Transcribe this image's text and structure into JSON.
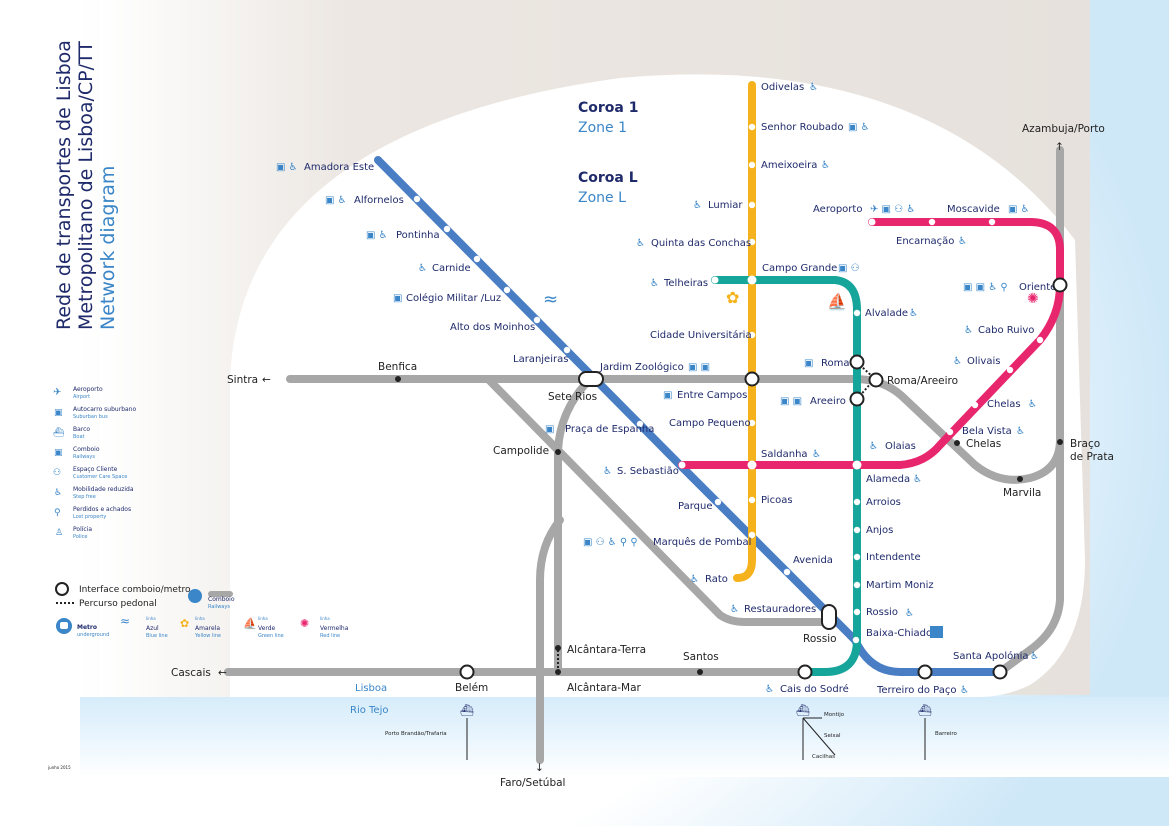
{
  "title": {
    "line1": "Rede de transportes de Lisboa",
    "line2": "Metropolitano de Lisboa/CP/TT",
    "line3": "Network diagram"
  },
  "zones": {
    "coroa1": "Coroa 1",
    "zone1": "Zone 1",
    "coroaL": "Coroa L",
    "zoneL": "Zone L"
  },
  "river": {
    "lisboa": "Lisboa",
    "tejo": "Rio Tejo"
  },
  "destinations": {
    "sintra": "Sintra",
    "cascais": "Cascais",
    "azambuja": "Azambuja/Porto",
    "faro": "Faro/Setúbal"
  },
  "ferries": {
    "montijo": "Montijo",
    "seixal": "Seixal",
    "cacilhas": "Cacilhas",
    "barreiro": "Barreiro",
    "porto_brandao": "Porto Brandão/Trafaria"
  },
  "date": "junho 2015",
  "legend": {
    "services": [
      {
        "icon": "airplane-icon",
        "pt": "Aeroporto",
        "en": "Airport"
      },
      {
        "icon": "bus-icon",
        "pt": "Autocarro suburbano",
        "en": "Suburban bus"
      },
      {
        "icon": "boat-icon",
        "pt": "Barco",
        "en": "Boat"
      },
      {
        "icon": "train-icon",
        "pt": "Comboio",
        "en": "Railways"
      },
      {
        "icon": "customer-space-icon",
        "pt": "Espaço Cliente",
        "en": "Customer Care Space"
      },
      {
        "icon": "wheelchair-icon",
        "pt": "Mobilidade reduzida",
        "en": "Step free"
      },
      {
        "icon": "lost-property-icon",
        "pt": "Perdidos e achados",
        "en": "Lost property"
      },
      {
        "icon": "police-icon",
        "pt": "Polícia",
        "en": "Police"
      }
    ],
    "interface": "Interface comboio/metro",
    "walk": "Percurso pedonal",
    "comboio": "Comboio",
    "railways": "Railways",
    "metro": "Metro",
    "underground": "underground",
    "lines": [
      {
        "linha": "linha",
        "pt": "Azul",
        "en": "Blue line"
      },
      {
        "linha": "linha",
        "pt": "Amarela",
        "en": "Yellow line"
      },
      {
        "linha": "linha",
        "pt": "Verde",
        "en": "Green line"
      },
      {
        "linha": "linha",
        "pt": "Vermelha",
        "en": "Red line"
      }
    ]
  },
  "colors": {
    "blue": "#4a7ec4",
    "yellow": "#f5b21c",
    "green": "#16a59a",
    "red": "#e8266d",
    "rail": "#a7a7a7",
    "navy": "#1f2a6b",
    "light": "#3a86c8"
  },
  "stations": {
    "amadora_este": "Amadora Este",
    "alfornelos": "Alfornelos",
    "pontinha": "Pontinha",
    "carnide": "Carnide",
    "colegio_militar": "Colégio Militar /Luz",
    "alto_moinhos": "Alto dos Moinhos",
    "laranjeiras": "Laranjeiras",
    "jardim_zoologico": "Jardim Zoológico",
    "sete_rios": "Sete Rios",
    "praca_espanha": "Praça de Espanha",
    "s_sebastiao": "S. Sebastião",
    "parque": "Parque",
    "marques_pombal": "Marquês de Pombal",
    "avenida": "Avenida",
    "restauradores": "Restauradores",
    "rossio_cp": "Rossio",
    "baixa_chiado": "Baixa-Chiado",
    "terreiro_paco": "Terreiro do Paço",
    "santa_apolonia": "Santa Apolónia",
    "odivelas": "Odivelas",
    "senhor_roubado": "Senhor Roubado",
    "ameixoeira": "Ameixoeira",
    "lumiar": "Lumiar",
    "quinta_conchas": "Quinta das Conchas",
    "campo_grande": "Campo Grande",
    "cidade_universitaria": "Cidade Universitária",
    "entre_campos": "Entre Campos",
    "campo_pequeno": "Campo Pequeno",
    "saldanha": "Saldanha",
    "picoas": "Picoas",
    "rato": "Rato",
    "telheiras": "Telheiras",
    "alvalade": "Alvalade",
    "roma": "Roma",
    "areeiro": "Areeiro",
    "alameda": "Alameda",
    "arroios": "Arroios",
    "anjos": "Anjos",
    "intendente": "Intendente",
    "martim_moniz": "Martim Moniz",
    "rossio": "Rossio",
    "cais_sodre": "Cais do Sodré",
    "aeroporto": "Aeroporto",
    "encarnacao": "Encarnação",
    "moscavide": "Moscavide",
    "oriente": "Oriente",
    "cabo_ruivo": "Cabo Ruivo",
    "olivais": "Olivais",
    "chelas": "Chelas",
    "bela_vista": "Bela Vista",
    "olaias": "Olaias",
    "chelas_cp": "Chelas",
    "marvila": "Marvila",
    "braco_prata": "Braço",
    "braco_prata2": "de Prata",
    "roma_areeiro": "Roma/Areeiro",
    "benfica": "Benfica",
    "campolide": "Campolide",
    "alcantara_terra": "Alcântara-Terra",
    "alcantara_mar": "Alcântara-Mar",
    "santos": "Santos",
    "belem": "Belém"
  }
}
